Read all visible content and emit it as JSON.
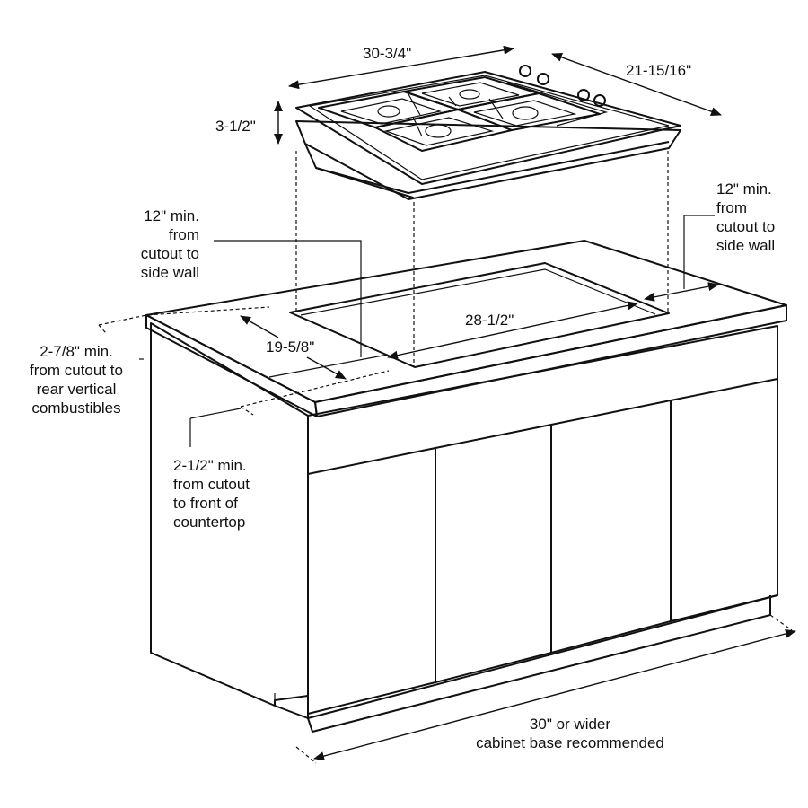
{
  "labels": {
    "cooktop_width": "30-3/4\"",
    "cooktop_depth": "21-15/16\"",
    "cooktop_height": "3-1/2\"",
    "left_side_clearance": "12\" min.\nfrom\ncutout to\nside wall",
    "right_side_clearance": "12\" min.\nfrom\ncutout to\nside wall",
    "cutout_width": "28-1/2\"",
    "cutout_depth": "19-5/8\"",
    "rear_clearance": "2-7/8\" min.\nfrom cutout to\nrear vertical\ncombustibles",
    "front_clearance": "2-1/2\" min.\nfrom cutout\nto front of\ncountertop",
    "cabinet_base": "30\" or wider\ncabinet base recommended"
  },
  "colors": {
    "line": "#111111",
    "background": "#ffffff",
    "fill": "#ffffff"
  }
}
